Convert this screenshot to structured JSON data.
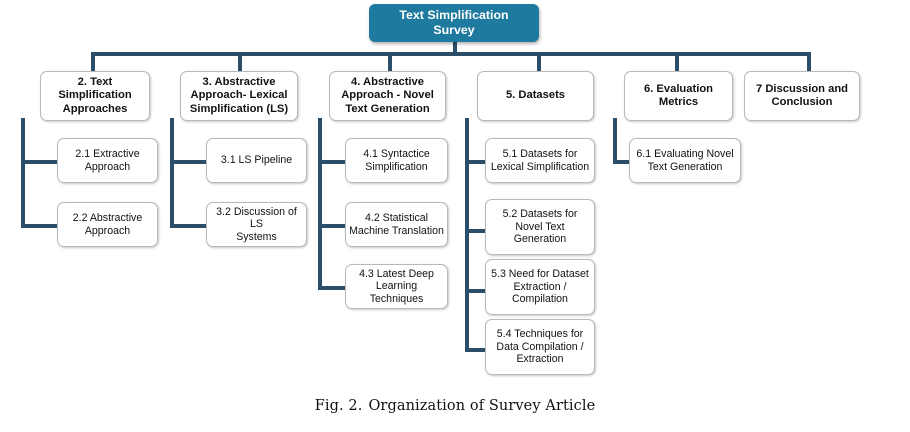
{
  "figure": {
    "caption_label": "Fig. 2.",
    "caption_text": "Organization of Survey Article"
  },
  "colors": {
    "root_fill": "#1e7a9e",
    "root_text": "#ffffff",
    "connector": "#2b4f6b",
    "node_border": "#b9b9b9",
    "node_fill": "#ffffff",
    "node_text": "#121212",
    "page_background": "#ffffff"
  },
  "chart_data": {
    "type": "diagram",
    "diagram_type": "tree-organization-chart",
    "title": "Text Simplification Survey",
    "orientation": "top-down root with vertical bracket sub-branches",
    "root": {
      "label": "Text Simplification Survey"
    },
    "branches": [
      {
        "id": "2",
        "label": "2. Text Simplification Approaches",
        "children": [
          {
            "id": "2.1",
            "label": "2.1 Extractive Approach"
          },
          {
            "id": "2.2",
            "label": "2.2 Abstractive Approach"
          }
        ]
      },
      {
        "id": "3",
        "label": "3. Abstractive Approach- Lexical Simplification (LS)",
        "children": [
          {
            "id": "3.1",
            "label": "3.1 LS Pipeline"
          },
          {
            "id": "3.2",
            "label": "3.2 Discussion of LS Systems"
          }
        ]
      },
      {
        "id": "4",
        "label": "4. Abstractive Approach - Novel Text Generation",
        "children": [
          {
            "id": "4.1",
            "label": "4.1 Syntactice Simplification"
          },
          {
            "id": "4.2",
            "label": "4.2 Statistical Machine Translation"
          },
          {
            "id": "4.3",
            "label": "4.3 Latest Deep Learning Techniques"
          }
        ]
      },
      {
        "id": "5",
        "label": "5. Datasets",
        "children": [
          {
            "id": "5.1",
            "label": "5.1 Datasets for Lexical Simplification"
          },
          {
            "id": "5.2",
            "label": "5.2 Datasets for Novel Text Generation"
          },
          {
            "id": "5.3",
            "label": "5.3 Need for Dataset Extraction / Compilation"
          },
          {
            "id": "5.4",
            "label": "5.4 Techniques for Data Compilation / Extraction"
          }
        ]
      },
      {
        "id": "6",
        "label": "6. Evaluation Metrics",
        "children": [
          {
            "id": "6.1",
            "label": "6.1 Evaluating Novel Text Generation"
          }
        ]
      },
      {
        "id": "7",
        "label": "7 Discussion and Conclusion",
        "children": []
      }
    ]
  },
  "nodes": {
    "root": "Text Simplification\nSurvey",
    "n2": "2. Text\nSimplification\nApproaches",
    "n2_1": "2.1 Extractive\nApproach",
    "n2_2": "2.2 Abstractive\nApproach",
    "n3": "3. Abstractive\nApproach- Lexical\nSimplification (LS)",
    "n3_1": "3.1 LS Pipeline",
    "n3_2": "3.2 Discussion of LS\nSystems",
    "n4": "4. Abstractive\nApproach - Novel\nText Generation",
    "n4_1": "4.1 Syntactice\nSimplification",
    "n4_2": "4.2 Statistical\nMachine Translation",
    "n4_3": "4.3 Latest Deep\nLearning Techniques",
    "n5": "5. Datasets",
    "n5_1": "5.1 Datasets for\nLexical Simplification",
    "n5_2": "5.2 Datasets for\nNovel Text\nGeneration",
    "n5_3": "5.3 Need for Dataset\nExtraction /\nCompilation",
    "n5_4": "5.4 Techniques for\nData Compilation /\nExtraction",
    "n6": "6. Evaluation\nMetrics",
    "n6_1": "6.1 Evaluating Novel\nText Generation",
    "n7": "7 Discussion and\nConclusion"
  }
}
